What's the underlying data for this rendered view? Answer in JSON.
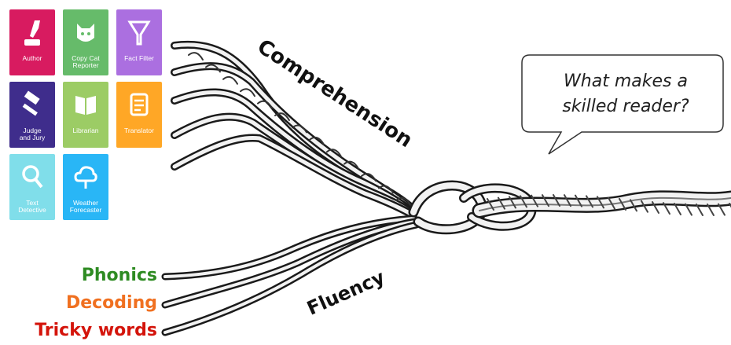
{
  "tiles": [
    {
      "label": "Author",
      "color": "#d81b60",
      "icon": "quill-pen-icon"
    },
    {
      "label": "Copy Cat\nReporter",
      "color": "#66bb6a",
      "icon": "cat-face-icon"
    },
    {
      "label": "Fact Filter",
      "color": "#ab6fe0",
      "icon": "funnel-icon"
    },
    {
      "label": "Judge\nand Jury",
      "color": "#3f2d8c",
      "icon": "gavel-icon"
    },
    {
      "label": "Librarian",
      "color": "#9ccc65",
      "icon": "open-book-icon"
    },
    {
      "label": "Translator",
      "color": "#ffa726",
      "icon": "document-icon"
    },
    {
      "label": "Text\nDetective",
      "color": "#80deea",
      "icon": "magnifier-icon"
    },
    {
      "label": "Weather\nForecaster",
      "color": "#29b6f6",
      "icon": "cloud-icon"
    }
  ],
  "rope_labels": {
    "top": "Comprehension",
    "bottom": "Fluency"
  },
  "strands": [
    {
      "label": "Phonics",
      "color": "#2e8b22"
    },
    {
      "label": "Decoding",
      "color": "#f07020"
    },
    {
      "label": "Tricky words",
      "color": "#d4140b"
    }
  ],
  "speech_bubble": {
    "line1": "What makes a",
    "line2": "skilled reader?"
  }
}
